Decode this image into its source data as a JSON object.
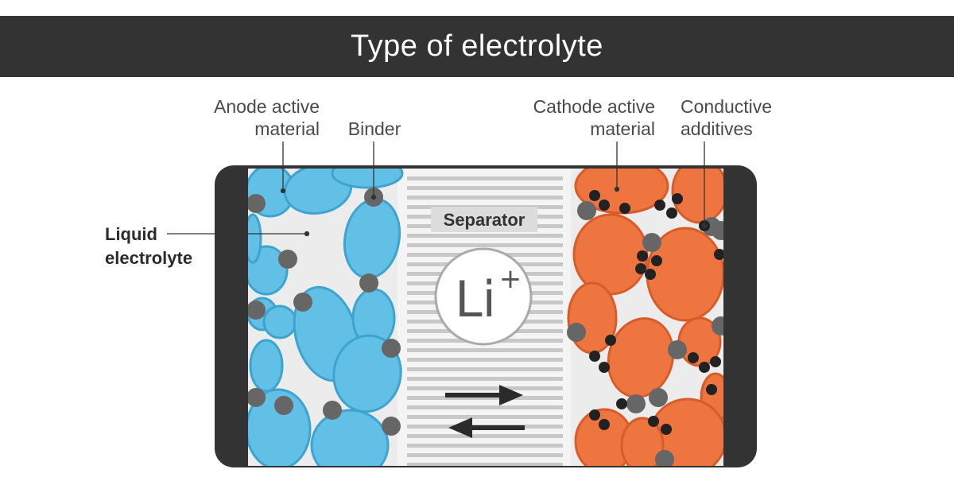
{
  "title": "Type of electrolyte",
  "labels": {
    "anode_active_material": [
      "Anode active",
      "material"
    ],
    "binder": "Binder",
    "cathode_active_material": [
      "Cathode active",
      "material"
    ],
    "conductive_additives": [
      "Conductive",
      "additives"
    ],
    "liquid_electrolyte": [
      "Liquid",
      "electrolyte"
    ],
    "separator": "Separator",
    "ion": "Li",
    "ion_charge": "+"
  },
  "colors": {
    "anode": "#62bfe6",
    "cathode": "#ee7440",
    "binder": "#666666",
    "conductive": "#222222",
    "electrolyte": "#ececec",
    "casing": "#333333"
  },
  "icons": {
    "arrow_right": "arrow-right-icon",
    "arrow_left": "arrow-left-icon"
  }
}
